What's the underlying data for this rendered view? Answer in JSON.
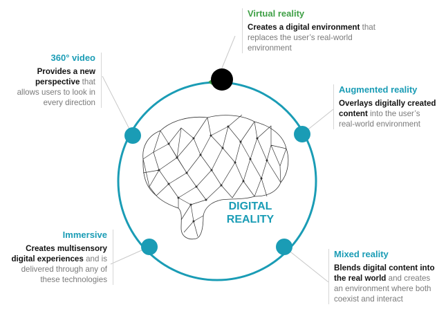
{
  "colors": {
    "ring": "#1a9cb5",
    "node": "#1a9cb5",
    "green": "#3fa046",
    "brain": "#333333",
    "center_label": "#1a9cb5"
  },
  "center": {
    "line1": "DIGITAL",
    "line2": "REALITY"
  },
  "virtual": {
    "title": "Virtual reality",
    "bold": "Creates a digital environment",
    "rest": "that replaces the user’s real-world environment"
  },
  "video": {
    "title": "360° video",
    "bold": "Provides a new perspective",
    "rest": "that allows users to look in every direction"
  },
  "augmented": {
    "title": "Augmented reality",
    "bold": "Overlays digitally created content",
    "rest": "into the user’s real-world environment"
  },
  "immersive": {
    "title": "Immersive",
    "bold": "Creates multisensory digital experiences",
    "rest": "and is delivered through any of these technologies"
  },
  "mixed": {
    "title": "Mixed reality",
    "bold": "Blends digital content into the real world",
    "rest": "and creates an environment where both coexist and interact"
  }
}
